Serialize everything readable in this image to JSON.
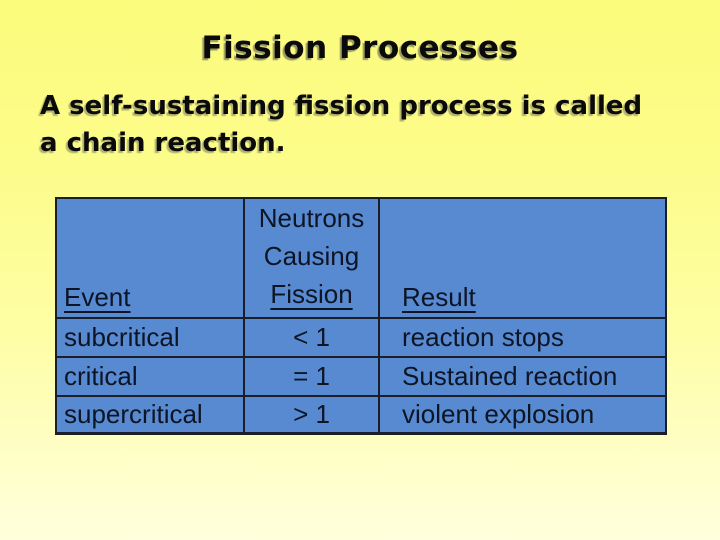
{
  "slide": {
    "title": "Fission Processes",
    "body_lines": [
      "A self-sustaining fission process is called",
      "a chain reaction."
    ]
  },
  "table": {
    "headers": {
      "event": "Event",
      "neutrons_lines": [
        "Neutrons",
        "Causing",
        "Fission"
      ],
      "result": "Result"
    },
    "rows": [
      {
        "event": "subcritical",
        "neutrons": "< 1",
        "result": "reaction stops"
      },
      {
        "event": "critical",
        "neutrons": "= 1",
        "result": "Sustained reaction"
      },
      {
        "event": "supercritical",
        "neutrons": "> 1",
        "result": "violent explosion"
      }
    ]
  },
  "colors": {
    "background_top": "#fbfb7c",
    "background_bottom": "#ffffdd",
    "table_fill": "#588ad2",
    "table_border": "#1a1e26",
    "table_text": "#0d1424",
    "text": "#0a0a0a"
  }
}
